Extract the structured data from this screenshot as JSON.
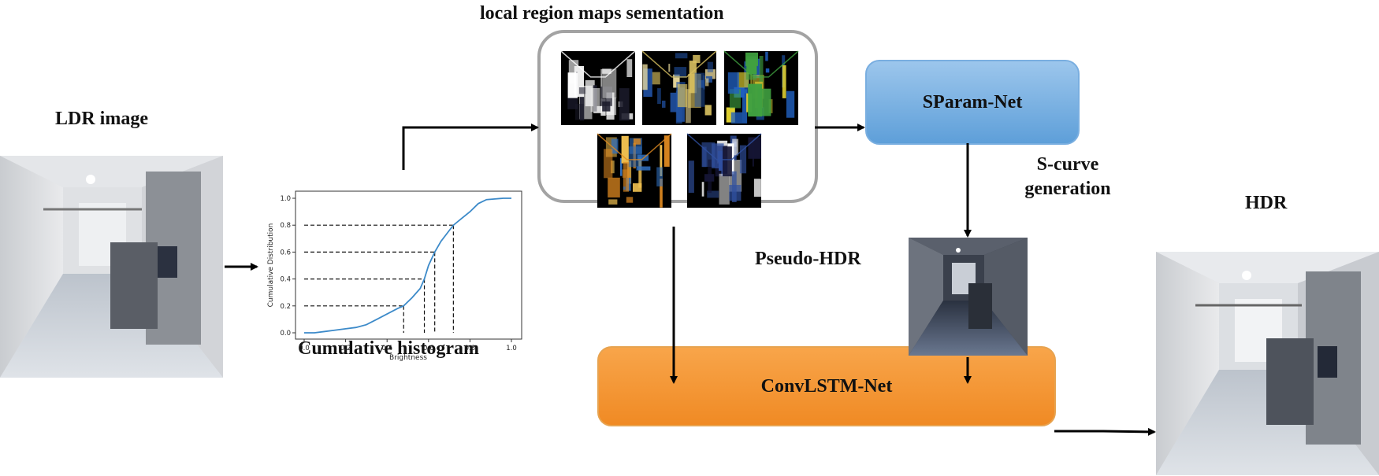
{
  "labels": {
    "ldr_image": "LDR image",
    "region_maps": "local region maps sementation",
    "cumulative_histogram": "Cumulative histogram",
    "s_curve_line1": "S-curve",
    "s_curve_line2": "generation",
    "pseudo_hdr": "Pseudo-HDR",
    "hdr": "HDR"
  },
  "boxes": {
    "sparam": "SParam-Net",
    "convlstm": "ConvLSTM-Net"
  },
  "colors": {
    "sparam_fill": "#79aee0",
    "convlstm_fill": "#f4982f",
    "region_border": "#a3a3a3",
    "curve": "#3c8ac9"
  },
  "chart_data": {
    "type": "line",
    "xlabel": "Brightness",
    "ylabel": "Cumulative Distribution",
    "xlim": [
      0.0,
      1.0
    ],
    "ylim": [
      0.0,
      1.0
    ],
    "xticks": [
      "0.0",
      "0.2",
      "0.4",
      "0.6",
      "0.8",
      "1.0"
    ],
    "yticks": [
      "0.0",
      "0.2",
      "0.4",
      "0.6",
      "0.8",
      "1.0"
    ],
    "x": [
      0.0,
      0.05,
      0.1,
      0.15,
      0.2,
      0.25,
      0.3,
      0.35,
      0.4,
      0.45,
      0.48,
      0.52,
      0.56,
      0.58,
      0.6,
      0.63,
      0.66,
      0.7,
      0.72,
      0.76,
      0.8,
      0.84,
      0.88,
      0.92,
      0.96,
      1.0
    ],
    "y": [
      0.0,
      0.0,
      0.01,
      0.02,
      0.03,
      0.04,
      0.06,
      0.1,
      0.14,
      0.18,
      0.2,
      0.26,
      0.33,
      0.4,
      0.5,
      0.6,
      0.68,
      0.76,
      0.8,
      0.85,
      0.9,
      0.96,
      0.99,
      0.995,
      1.0,
      1.0
    ],
    "thresholds": [
      {
        "x": 0.48,
        "y": 0.2
      },
      {
        "x": 0.58,
        "y": 0.4
      },
      {
        "x": 0.63,
        "y": 0.6
      },
      {
        "x": 0.72,
        "y": 0.8
      }
    ],
    "grid": false
  },
  "thumbnails": [
    {
      "name": "region-map-1",
      "palette": [
        "#000000",
        "#ffffff",
        "#1a1a2a",
        "#eeeeee"
      ]
    },
    {
      "name": "region-map-2",
      "palette": [
        "#000000",
        "#d8c060",
        "#2050a0",
        "#f0e0a0"
      ]
    },
    {
      "name": "region-map-3",
      "palette": [
        "#000000",
        "#40a040",
        "#e0d030",
        "#2060c0"
      ]
    },
    {
      "name": "region-map-4",
      "palette": [
        "#000000",
        "#e08a20",
        "#3070c0",
        "#f0c050"
      ]
    },
    {
      "name": "region-map-5",
      "palette": [
        "#000000",
        "#3050a0",
        "#ffffff",
        "#151535"
      ]
    }
  ]
}
